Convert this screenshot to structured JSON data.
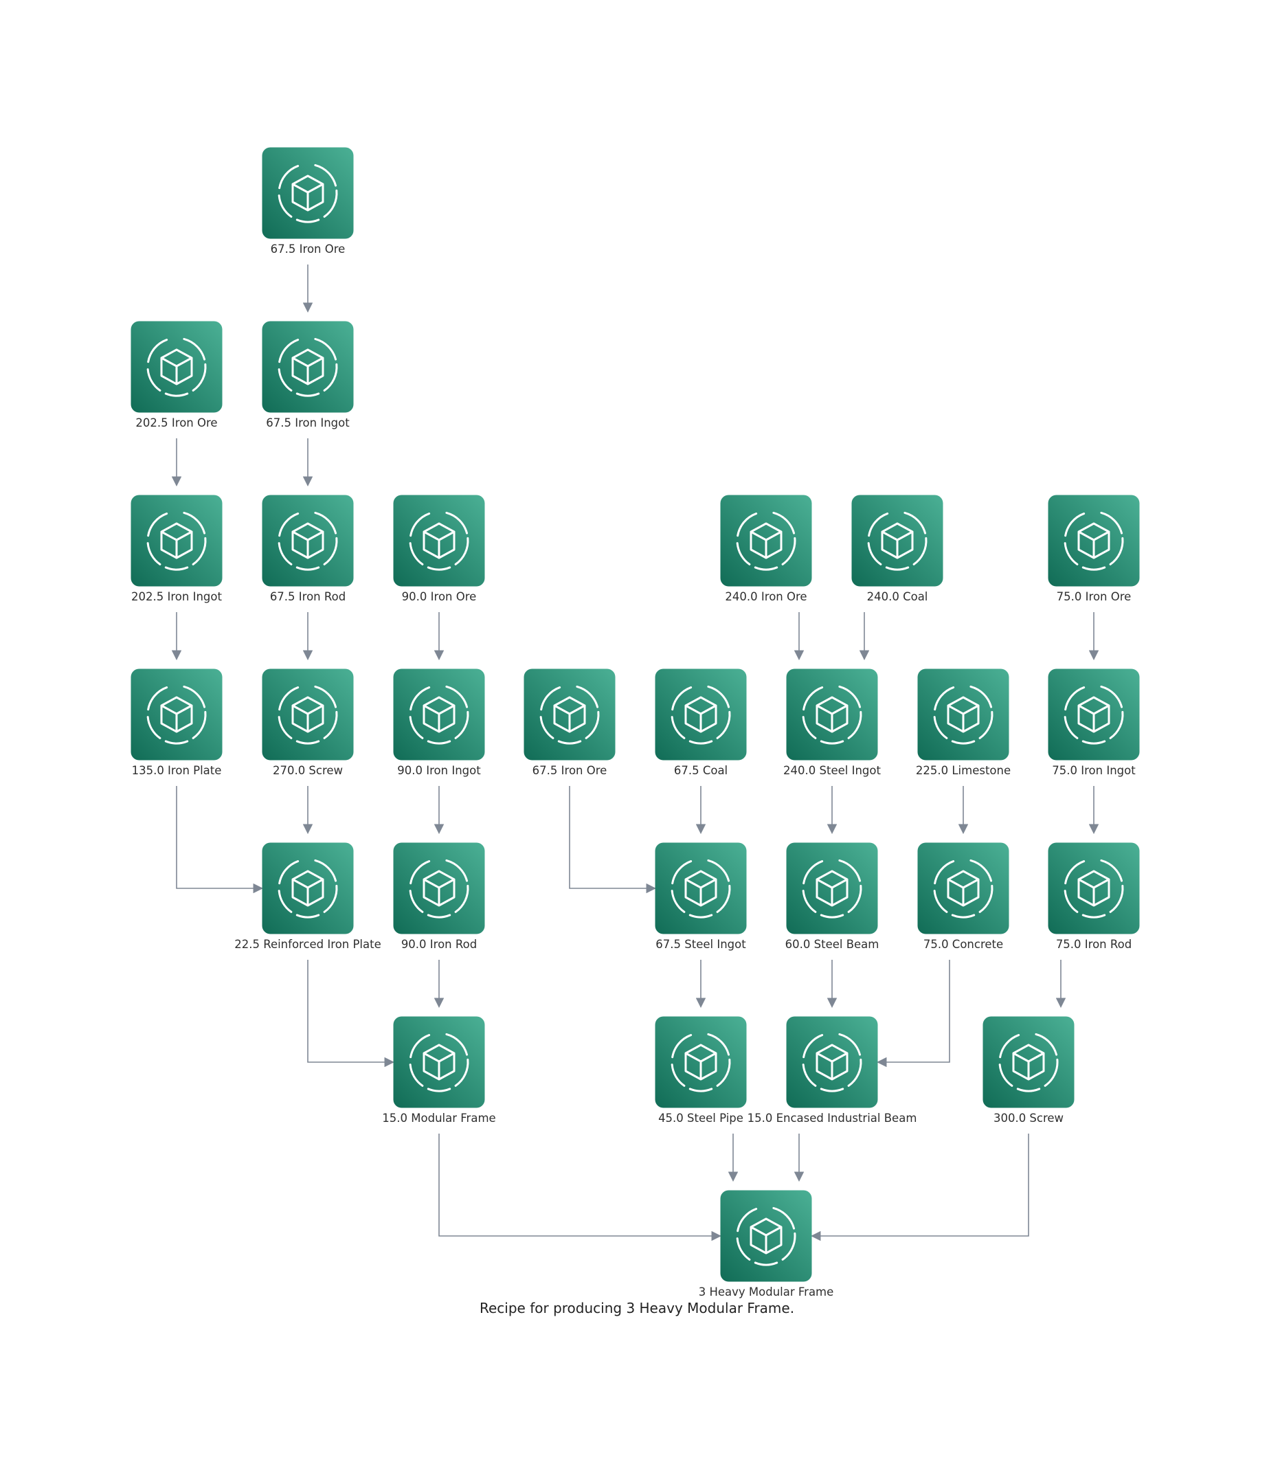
{
  "caption": "Recipe for producing 3 Heavy Modular Frame.",
  "colors": {
    "node_dark": "#116c56",
    "node_light": "#4bb095",
    "icon": "#ffffff",
    "edge": "#7e8794"
  },
  "icon": "resource-cube-icon",
  "nodes": [
    {
      "id": "n1",
      "label": "67.5 Iron Ore"
    },
    {
      "id": "n2",
      "label": "202.5 Iron Ore"
    },
    {
      "id": "n3",
      "label": "67.5 Iron Ingot"
    },
    {
      "id": "n4",
      "label": "202.5 Iron Ingot"
    },
    {
      "id": "n5",
      "label": "67.5 Iron Rod"
    },
    {
      "id": "n6",
      "label": "90.0 Iron Ore"
    },
    {
      "id": "n7",
      "label": "240.0 Iron Ore"
    },
    {
      "id": "n8",
      "label": "240.0 Coal"
    },
    {
      "id": "n9",
      "label": "75.0 Iron Ore"
    },
    {
      "id": "n10",
      "label": "135.0 Iron Plate"
    },
    {
      "id": "n11",
      "label": "270.0 Screw"
    },
    {
      "id": "n12",
      "label": "90.0 Iron Ingot"
    },
    {
      "id": "n13",
      "label": "67.5 Iron Ore"
    },
    {
      "id": "n14",
      "label": "67.5 Coal"
    },
    {
      "id": "n15",
      "label": "240.0 Steel Ingot"
    },
    {
      "id": "n16",
      "label": "225.0 Limestone"
    },
    {
      "id": "n17",
      "label": "75.0 Iron Ingot"
    },
    {
      "id": "n18",
      "label": "22.5 Reinforced Iron Plate"
    },
    {
      "id": "n19",
      "label": "90.0 Iron Rod"
    },
    {
      "id": "n20",
      "label": "67.5 Steel Ingot"
    },
    {
      "id": "n21",
      "label": "60.0 Steel Beam"
    },
    {
      "id": "n22",
      "label": "75.0 Concrete"
    },
    {
      "id": "n23",
      "label": "75.0 Iron Rod"
    },
    {
      "id": "n24",
      "label": "15.0 Modular Frame"
    },
    {
      "id": "n25",
      "label": "45.0 Steel Pipe"
    },
    {
      "id": "n26",
      "label": "15.0 Encased Industrial Beam"
    },
    {
      "id": "n27",
      "label": "300.0 Screw"
    },
    {
      "id": "n28",
      "label": "3 Heavy Modular Frame"
    }
  ],
  "edges": [
    {
      "from": "n1",
      "to": "n3"
    },
    {
      "from": "n2",
      "to": "n4"
    },
    {
      "from": "n3",
      "to": "n5"
    },
    {
      "from": "n4",
      "to": "n10"
    },
    {
      "from": "n5",
      "to": "n11"
    },
    {
      "from": "n6",
      "to": "n12"
    },
    {
      "from": "n7",
      "to": "n15"
    },
    {
      "from": "n8",
      "to": "n15"
    },
    {
      "from": "n9",
      "to": "n17"
    },
    {
      "from": "n10",
      "to": "n18"
    },
    {
      "from": "n11",
      "to": "n18"
    },
    {
      "from": "n12",
      "to": "n19"
    },
    {
      "from": "n13",
      "to": "n20"
    },
    {
      "from": "n14",
      "to": "n20"
    },
    {
      "from": "n15",
      "to": "n21"
    },
    {
      "from": "n16",
      "to": "n22"
    },
    {
      "from": "n17",
      "to": "n23"
    },
    {
      "from": "n18",
      "to": "n24"
    },
    {
      "from": "n19",
      "to": "n24"
    },
    {
      "from": "n20",
      "to": "n25"
    },
    {
      "from": "n21",
      "to": "n26"
    },
    {
      "from": "n22",
      "to": "n26"
    },
    {
      "from": "n23",
      "to": "n27"
    },
    {
      "from": "n24",
      "to": "n28"
    },
    {
      "from": "n25",
      "to": "n28"
    },
    {
      "from": "n26",
      "to": "n28"
    },
    {
      "from": "n27",
      "to": "n28"
    }
  ]
}
